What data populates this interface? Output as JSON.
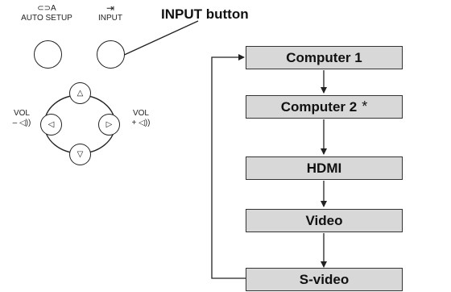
{
  "callout": {
    "title": "INPUT button"
  },
  "panel": {
    "auto_setup": {
      "symbol": "⊂⊃A",
      "label": "AUTO SETUP"
    },
    "input": {
      "symbol": "⇥",
      "label": "INPUT"
    },
    "vol_left": {
      "label": "VOL",
      "sign": "– ◁))"
    },
    "vol_right": {
      "label": "VOL",
      "sign": "+ ◁))"
    },
    "dpad": {
      "up": "△",
      "down": "▽",
      "left": "◁",
      "right": "▷"
    }
  },
  "flow": {
    "items": [
      {
        "label": "Computer 1",
        "note": ""
      },
      {
        "label": "Computer 2",
        "note": "*"
      },
      {
        "label": "HDMI",
        "note": ""
      },
      {
        "label": "Video",
        "note": ""
      },
      {
        "label": "S-video",
        "note": ""
      }
    ]
  },
  "colors": {
    "box_fill": "#d8d8d8",
    "line": "#222222"
  }
}
